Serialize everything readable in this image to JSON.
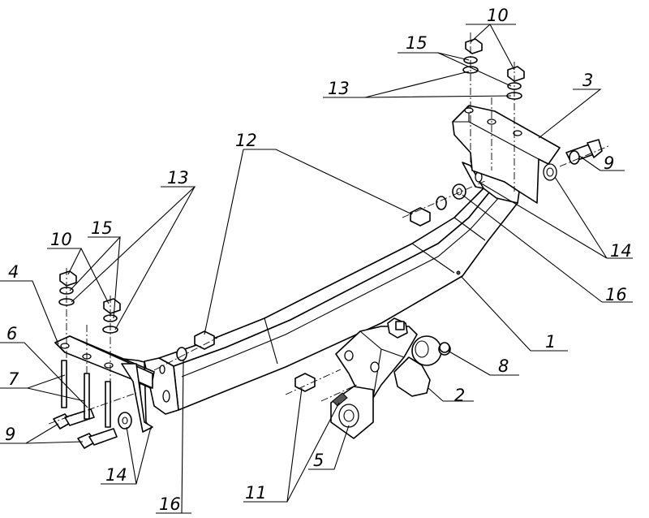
{
  "callouts": {
    "c1": "1",
    "c2": "2",
    "c3": "3",
    "c4": "4",
    "c5": "5",
    "c6": "6",
    "c7": "7",
    "c8": "8",
    "c9_right": "9",
    "c9_left": "9",
    "c10_top": "10",
    "c10_left": "10",
    "c11": "11",
    "c12": "12",
    "c13_top": "13",
    "c13_left": "13",
    "c14_right": "14",
    "c14_left": "14",
    "c15_top": "15",
    "c15_left": "15",
    "c16_right": "16",
    "c16_left": "16"
  }
}
